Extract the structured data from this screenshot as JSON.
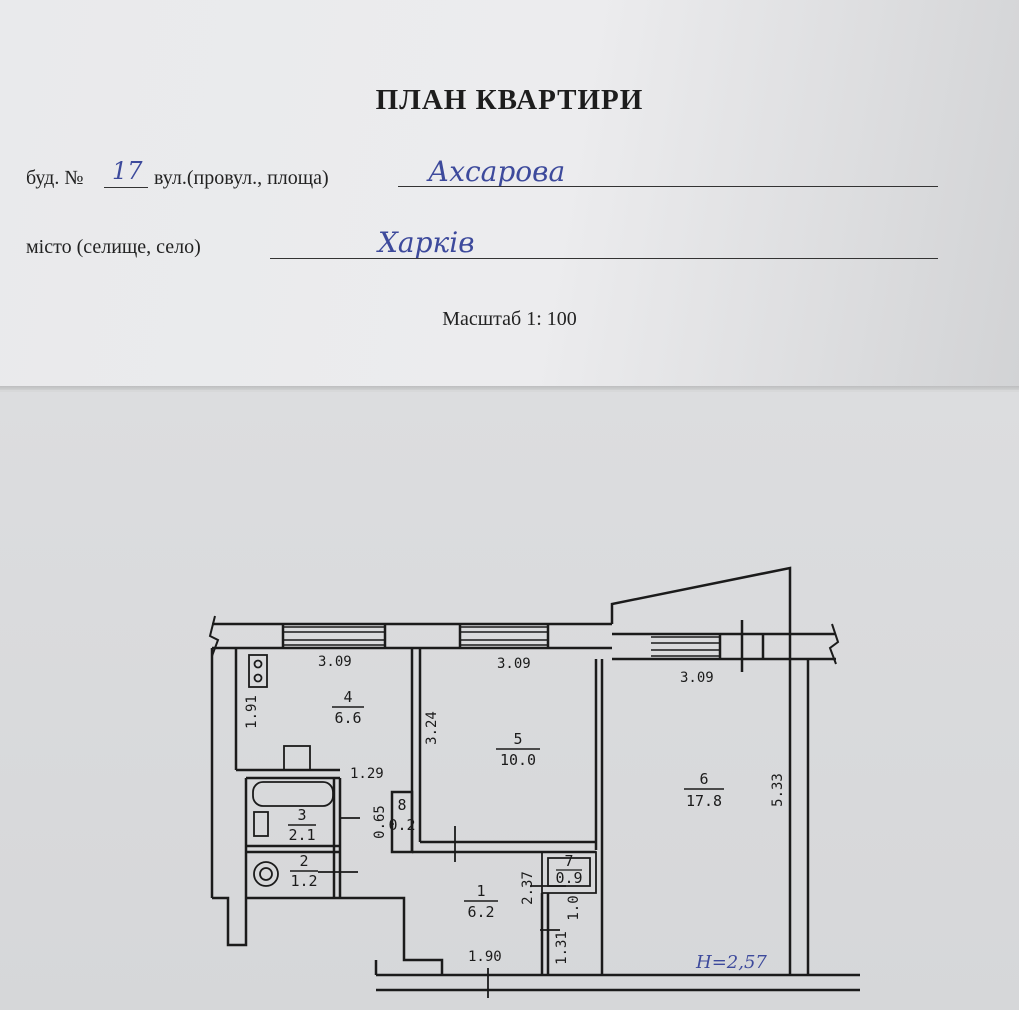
{
  "title": "ПЛАН КВАРТИРИ",
  "building": {
    "label_prefix": "буд. №",
    "number": "17",
    "street_label": "вул.(провул., площа)",
    "street": "Ахсарова"
  },
  "city": {
    "label": "місто (селище, село)",
    "name": "Харків"
  },
  "scale": "Масштаб 1: 100",
  "plan": {
    "dims": {
      "top_left": "3.09",
      "top_mid": "3.09",
      "top_right": "3.09",
      "left_room4": "1.91",
      "room5_side": "3.24",
      "bath_width": "1.29",
      "bath_side": "0.65",
      "right_side": "5.33",
      "hall_side": "2.37",
      "hall_bottom": "1.90",
      "corridor_a": "1.31",
      "corridor_b": "1.0"
    },
    "rooms": [
      {
        "num": "4",
        "area": "6.6"
      },
      {
        "num": "5",
        "area": "10.0"
      },
      {
        "num": "6",
        "area": "17.8"
      },
      {
        "num": "3",
        "area": "2.1"
      },
      {
        "num": "2",
        "area": "1.2"
      },
      {
        "num": "1",
        "area": "6.2"
      },
      {
        "num": "7",
        "area": "0.9"
      },
      {
        "num": "8",
        "area": "0.2"
      }
    ],
    "height": "H=2,57"
  }
}
